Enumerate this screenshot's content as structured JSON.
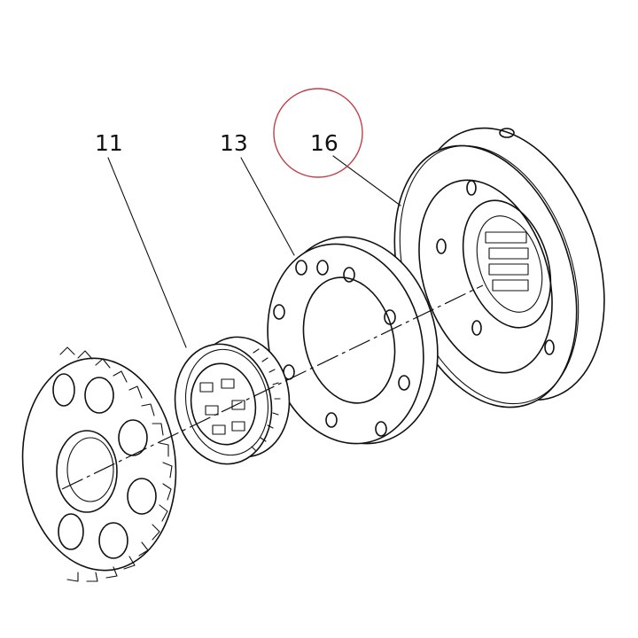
{
  "callouts": [
    {
      "id": "11",
      "label": "11"
    },
    {
      "id": "13",
      "label": "13"
    },
    {
      "id": "16",
      "label": "16"
    }
  ],
  "colors": {
    "ink": "#111111",
    "highlight_circle": "#c0404a",
    "background": "#ffffff"
  }
}
